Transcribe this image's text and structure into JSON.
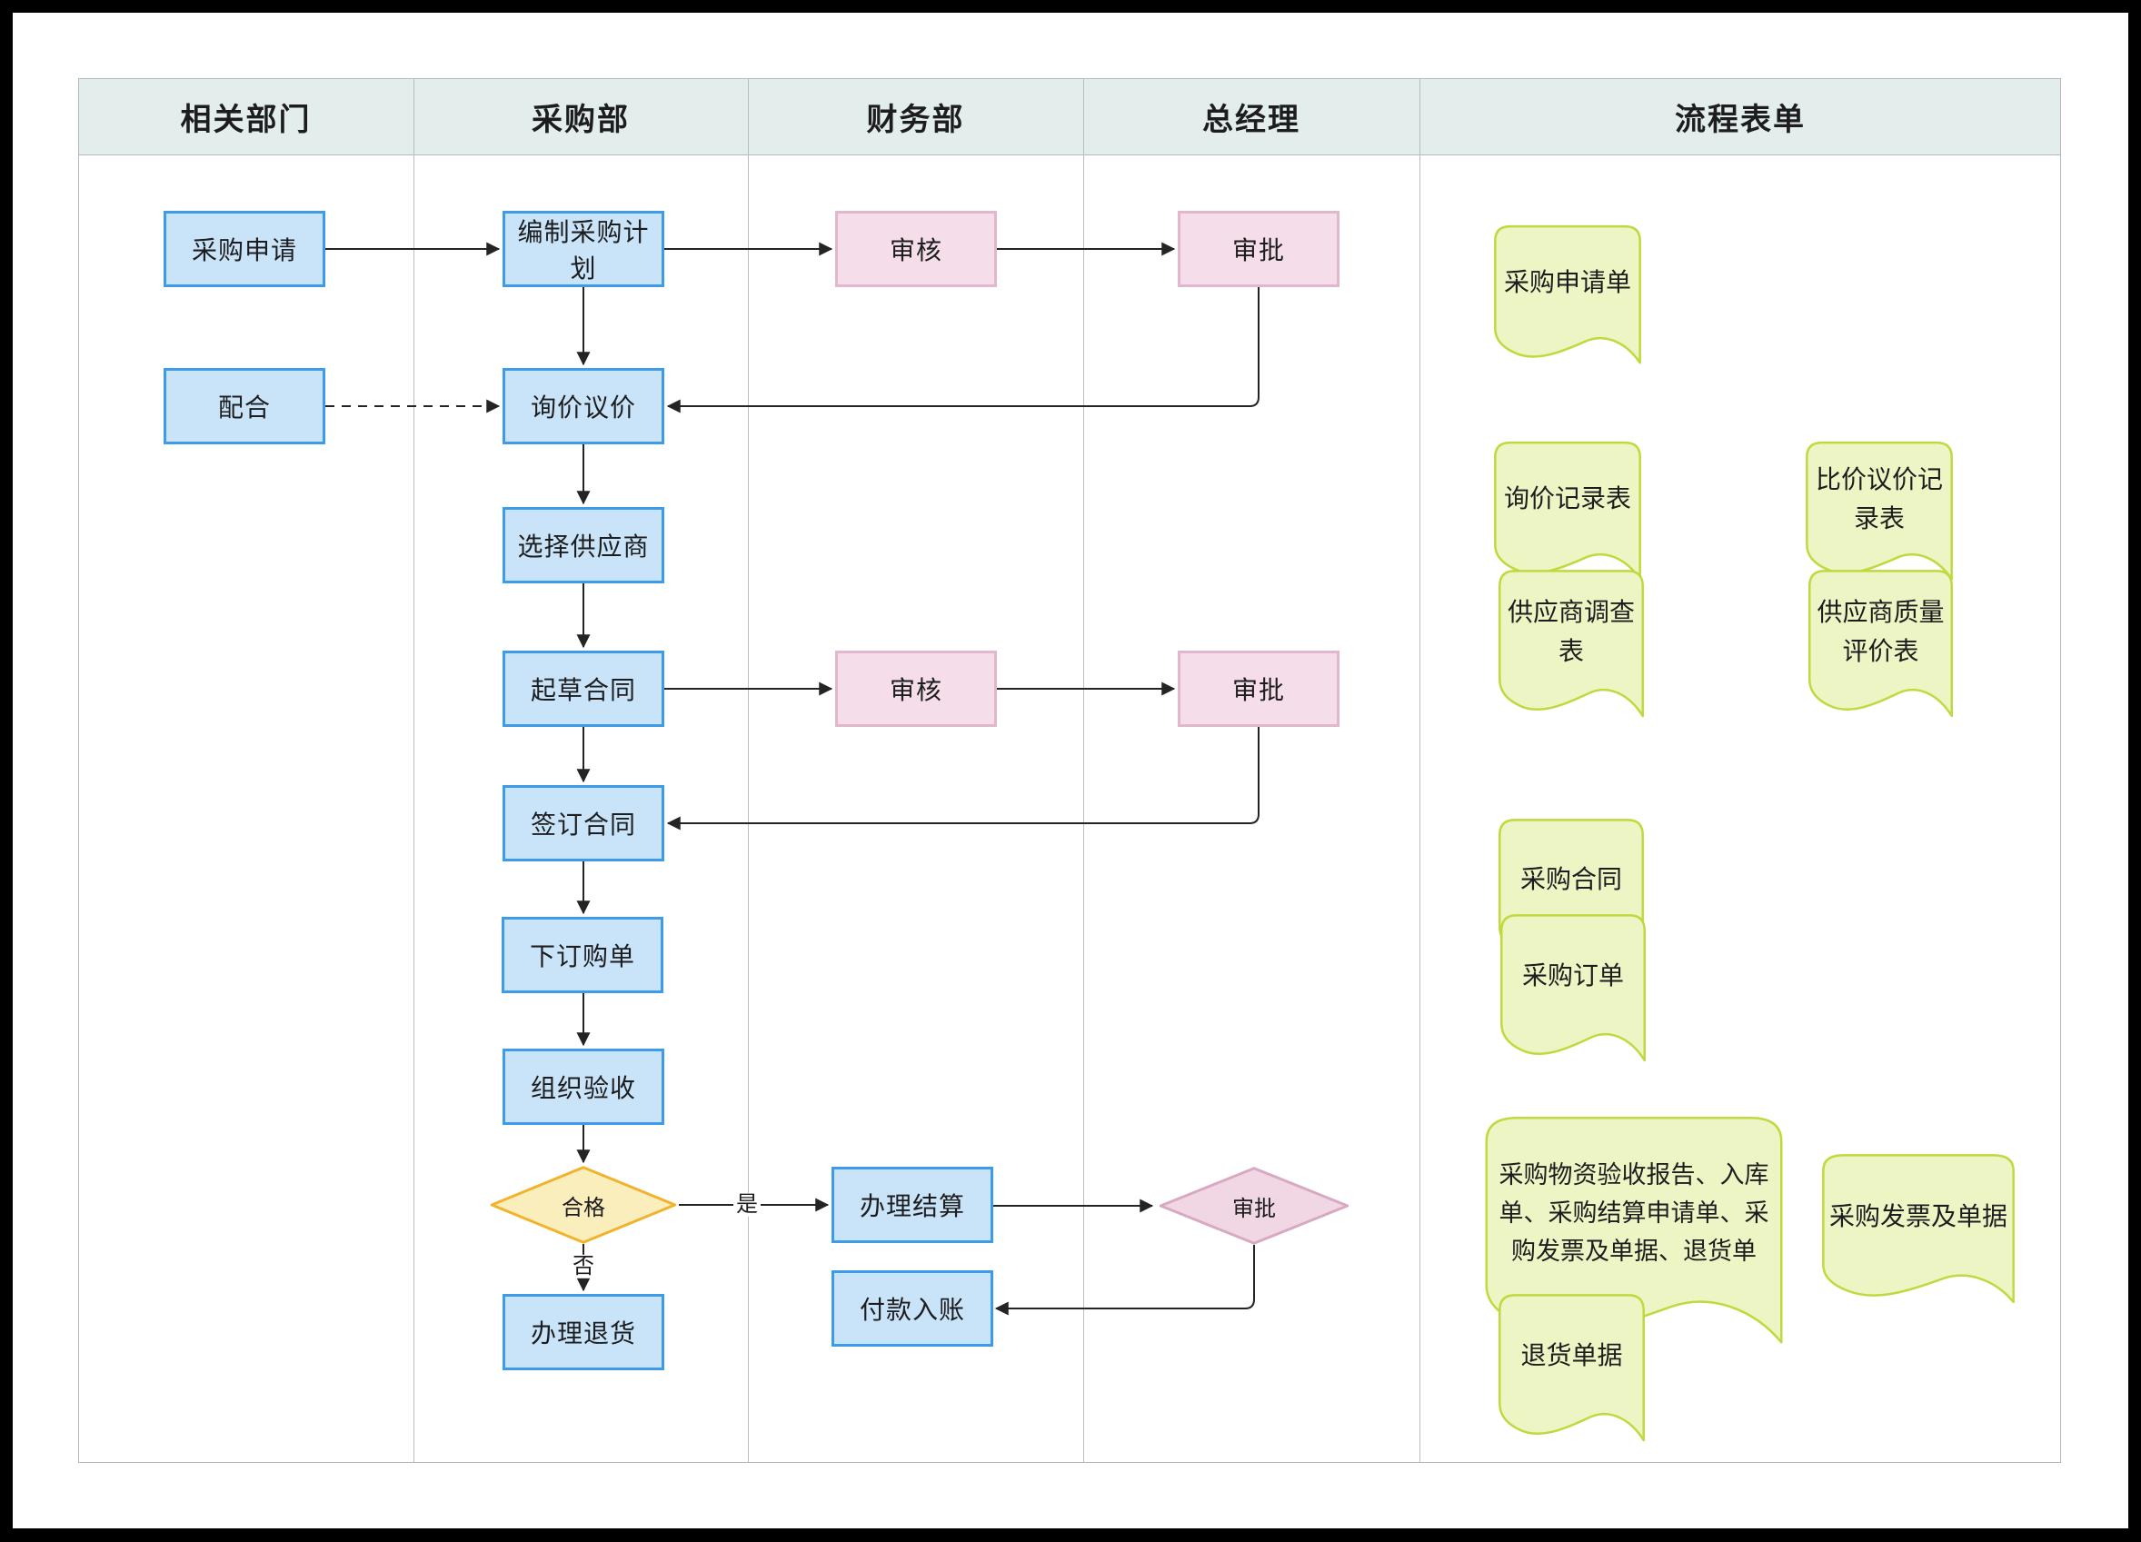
{
  "lanes": [
    {
      "label": "相关部门"
    },
    {
      "label": "采购部"
    },
    {
      "label": "财务部"
    },
    {
      "label": "总经理"
    },
    {
      "label": "流程表单"
    }
  ],
  "nodes": {
    "purchase_request": {
      "label": "采购申请",
      "type": "process"
    },
    "cooperate": {
      "label": "配合",
      "type": "process"
    },
    "make_plan": {
      "label": "编制采购计划",
      "type": "process"
    },
    "inquiry": {
      "label": "询价议价",
      "type": "process"
    },
    "select_supplier": {
      "label": "选择供应商",
      "type": "process"
    },
    "draft_contract": {
      "label": "起草合同",
      "type": "process"
    },
    "sign_contract": {
      "label": "签订合同",
      "type": "process"
    },
    "place_order": {
      "label": "下订购单",
      "type": "process"
    },
    "acceptance": {
      "label": "组织验收",
      "type": "process"
    },
    "return_goods": {
      "label": "办理退货",
      "type": "process"
    },
    "settlement": {
      "label": "办理结算",
      "type": "process"
    },
    "payment": {
      "label": "付款入账",
      "type": "process"
    },
    "review1": {
      "label": "审核",
      "type": "review"
    },
    "approve1": {
      "label": "审批",
      "type": "review"
    },
    "review2": {
      "label": "审核",
      "type": "review"
    },
    "approve2": {
      "label": "审批",
      "type": "review"
    },
    "qualified": {
      "label": "合格",
      "type": "decision"
    },
    "approve_final": {
      "label": "审批",
      "type": "decision"
    }
  },
  "edge_labels": {
    "yes": "是",
    "no": "否"
  },
  "forms": [
    {
      "label": "采购申请单"
    },
    {
      "label": "询价记录表"
    },
    {
      "label": "比价议价记录表"
    },
    {
      "label": "供应商调查表"
    },
    {
      "label": "供应商质量评价表"
    },
    {
      "label": "采购合同"
    },
    {
      "label": "采购订单"
    },
    {
      "label": "采购物资验收报告、入库单、采购结算申请单、采购发票及单据、退货单"
    },
    {
      "label": "采购发票及单据"
    },
    {
      "label": "退货单据"
    }
  ],
  "colors": {
    "process_fill": "#c9e4f8",
    "process_border": "#3e9be9",
    "review_fill": "#f5dee9",
    "review_border": "#e0b7cd",
    "decision_yellow_fill": "#faeebc",
    "decision_yellow_border": "#f2b32c",
    "decision_pink_fill": "#f0d7e3",
    "decision_pink_border": "#d9a9c4",
    "form_fill": "#eef5c4",
    "form_border": "#bfd93f",
    "header_fill": "#e3edec",
    "grid_line": "#b9bdc5",
    "arrow": "#242424"
  }
}
